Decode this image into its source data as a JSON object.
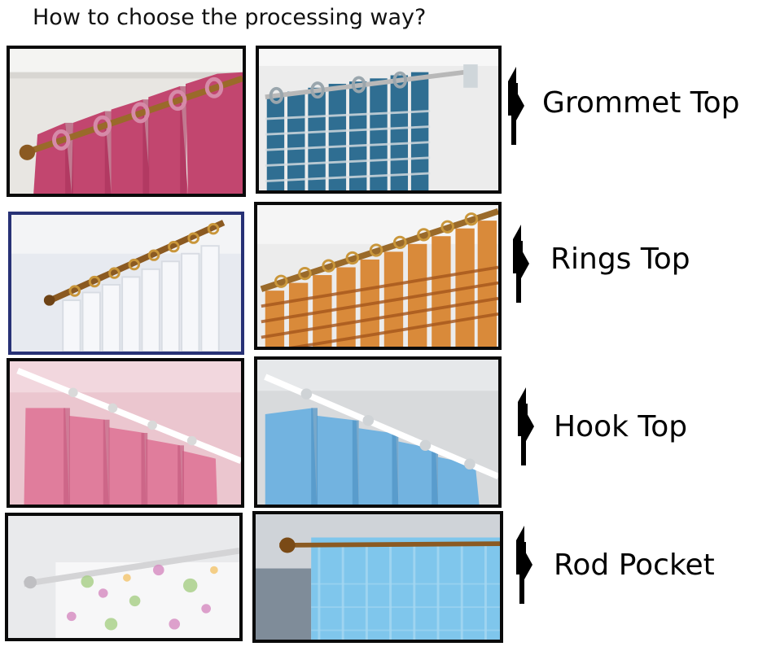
{
  "header": {
    "title": "How to choose the processing way?"
  },
  "rows": [
    {
      "label": "Grommet Top",
      "left_image": "pink-grommet-curtain-photo",
      "right_image": "blue-striped-grommet-curtain-photo",
      "arrow_icon": "chevron-right-icon"
    },
    {
      "label": "Rings Top",
      "left_image": "white-sheer-rings-curtain-photo",
      "right_image": "orange-striped-rings-curtain-photo",
      "arrow_icon": "chevron-right-icon"
    },
    {
      "label": "Hook Top",
      "left_image": "pink-hook-curtain-photo",
      "right_image": "blue-hook-curtain-photo",
      "arrow_icon": "chevron-right-icon"
    },
    {
      "label": "Rod Pocket",
      "left_image": "floral-sheer-rod-pocket-photo",
      "right_image": "blue-sheer-rod-pocket-photo",
      "arrow_icon": "chevron-right-icon"
    }
  ]
}
